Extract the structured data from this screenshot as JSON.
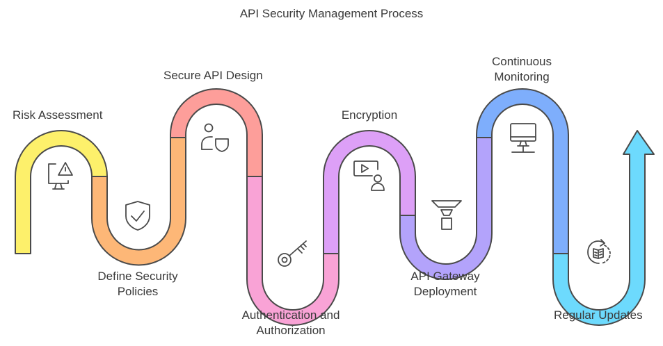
{
  "title": "API Security Management Process",
  "steps": [
    {
      "label": "Risk Assessment",
      "icon": "monitor-warning-icon",
      "color": "#FDF06B"
    },
    {
      "label": "Define Security Policies",
      "line1": "Define Security",
      "line2": "Policies",
      "icon": "shield-check-icon",
      "color": "#FDB777"
    },
    {
      "label": "Secure API Design",
      "icon": "user-shield-icon",
      "color": "#FD9E9A"
    },
    {
      "label": "Authentication and Authorization",
      "line1": "Authentication and",
      "line2": "Authorization",
      "icon": "key-icon",
      "color": "#F9A3D6"
    },
    {
      "label": "Encryption",
      "icon": "video-user-icon",
      "color": "#DDA0F7"
    },
    {
      "label": "API Gateway Deployment",
      "line1": "API Gateway",
      "line2": "Deployment",
      "icon": "funnel-gateway-icon",
      "color": "#B3A3FB"
    },
    {
      "label": "Continuous Monitoring",
      "line1": "Continuous",
      "line2": "Monitoring",
      "icon": "desktop-monitor-icon",
      "color": "#7EAEFC"
    },
    {
      "label": "Regular Updates",
      "icon": "refresh-update-icon",
      "color": "#6DDAFD"
    }
  ],
  "stroke_color": "#4a4a4a"
}
